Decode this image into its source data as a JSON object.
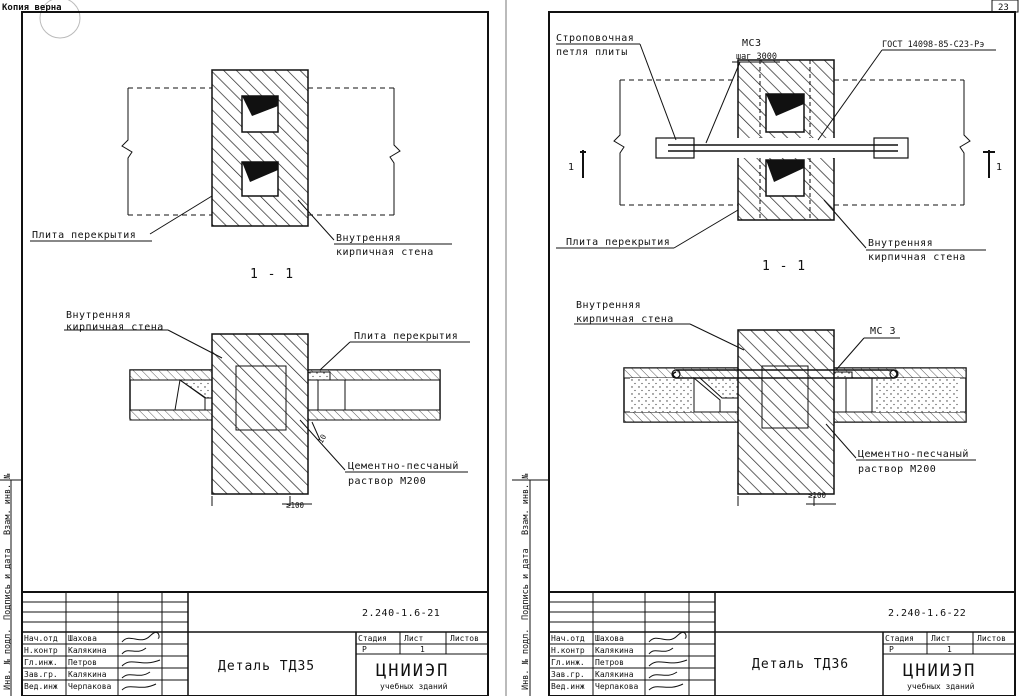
{
  "stamp": {
    "text": "Копия верна"
  },
  "corner_sheet_number": "23",
  "side_strip": {
    "labels": [
      "Инв. № подл.",
      "Подпись и дата",
      "Взам. инв. №"
    ]
  },
  "left_sheet": {
    "plan_labels": {
      "slab": "Плита перекрытия",
      "wall_line1": "Внутренняя",
      "wall_line2": "кирпичная стена"
    },
    "section_mark": "1 - 1",
    "section_labels": {
      "wall_line1": "Внутренняя",
      "wall_line2": "кирпичная стена",
      "slab": "Плита перекрытия",
      "mortar_line1": "Цементно-песчаный",
      "mortar_line2": "раствор М200",
      "dim_gap": "10",
      "dim_bearing": "≥100"
    },
    "title_block": {
      "drawing_code": "2.240-1.6-21",
      "roles": [
        "Нач.отд",
        "Н.контр",
        "Гл.инж.",
        "Зав.гр.",
        "Вед.инж"
      ],
      "names": [
        "Шахова",
        "Калякина",
        "Петров",
        "Калякина",
        "Черпакова"
      ],
      "title": "Деталь ТД35",
      "stage_header": "Стадия",
      "sheet_header": "Лист",
      "sheets_header": "Листов",
      "stage_value": "Р",
      "sheet_value": "1",
      "org_name": "ЦНИИЭП",
      "org_sub": "учебных зданий"
    }
  },
  "right_sheet": {
    "plan_labels": {
      "loop_line1": "Строповочная",
      "loop_line2": "петля плиты",
      "ms_line1": "МС3",
      "ms_line2": "шаг 3000",
      "gost": "ГОСТ 14098-85-С23-Рэ",
      "section_left": "1",
      "section_right": "1",
      "slab": "Плита перекрытия",
      "wall_line1": "Внутренняя",
      "wall_line2": "кирпичная стена"
    },
    "section_mark": "1 - 1",
    "section_labels": {
      "wall_line1": "Внутренняя",
      "wall_line2": "кирпичная стена",
      "ms": "МС 3",
      "mortar_line1": "Цементно-песчаный",
      "mortar_line2": "раствор М200",
      "dim_bearing": "≥100"
    },
    "title_block": {
      "drawing_code": "2.240-1.6-22",
      "roles": [
        "Нач.отд",
        "Н.контр",
        "Гл.инж.",
        "Зав.гр.",
        "Вед.инж"
      ],
      "names": [
        "Шахова",
        "Калякина",
        "Петров",
        "Калякина",
        "Черпакова"
      ],
      "title": "Деталь ТД36",
      "stage_header": "Стадия",
      "sheet_header": "Лист",
      "sheets_header": "Листов",
      "stage_value": "Р",
      "sheet_value": "1",
      "org_name": "ЦНИИЭП",
      "org_sub": "учебных зданий"
    }
  }
}
